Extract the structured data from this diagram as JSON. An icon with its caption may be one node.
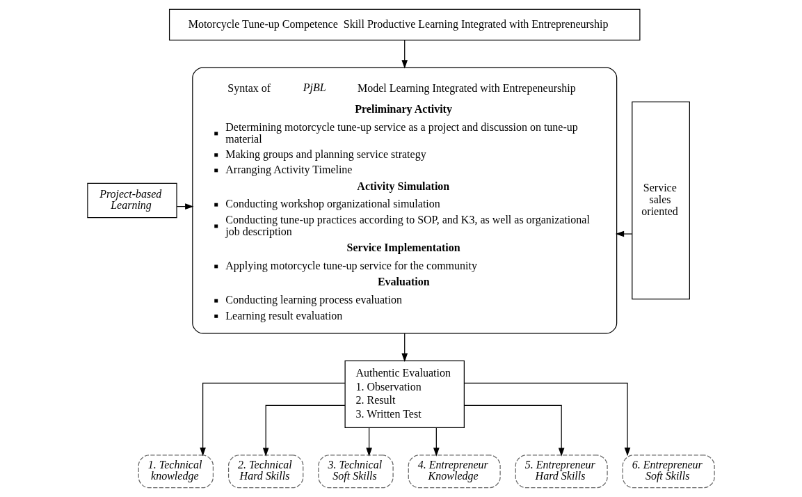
{
  "diagram": {
    "nodes": [
      {
        "text": [
          "Motorcycle Tune-up Competence  Skill Productive Learning Integrated with Entrepreneurship"
        ]
      },
      {
        "text": [
          "Syntax of *PjBL* Model Learning Integrated with Entrepeneurship",
          "Preliminary Activity",
          "Determining motorcycle tune-up service as a project and discussion on tune-up material",
          "Making groups and planning service strategy",
          "Arranging Activity Timeline",
          "Activity Simulation",
          "Conducting workshop organizational simulation",
          "Conducting tune-up practices according to SOP, and K3, as well as organizational job description",
          "Service Implementation",
          "Applying motorcycle tune-up service for the community",
          "Evaluation",
          "Conducting learning process evaluation",
          "Learning result evaluation"
        ]
      },
      {
        "text": [
          "Project-based Learning"
        ]
      },
      {
        "text": [
          "Service sales oriented"
        ]
      },
      {
        "text": [
          "Authentic Evaluation",
          "1. Observation",
          "2. Result",
          "3. Written Test"
        ]
      },
      {
        "text": [
          "1. Technical knowledge"
        ]
      },
      {
        "text": [
          "2. Technical Hard Skills"
        ]
      },
      {
        "text": [
          "3. Technical Soft Skills"
        ]
      },
      {
        "text": [
          "4. Entrepreneur Knowledge"
        ]
      },
      {
        "text": [
          "5. Entrepreneur Hard Skills"
        ]
      },
      {
        "text": [
          "6. Entrepreneur Soft Skills"
        ]
      }
    ],
    "edges": [
      {
        "from": 0,
        "to": 1,
        "arrow": "to"
      },
      {
        "from": 2,
        "to": 1,
        "arrow": "to"
      },
      {
        "from": 3,
        "to": 1,
        "arrow": "to"
      },
      {
        "from": 1,
        "to": 4,
        "arrow": "to"
      },
      {
        "from": 4,
        "to": 5,
        "arrow": "to"
      },
      {
        "from": 4,
        "to": 6,
        "arrow": "to"
      },
      {
        "from": 4,
        "to": 7,
        "arrow": "to"
      },
      {
        "from": 4,
        "to": 8,
        "arrow": "to"
      },
      {
        "from": 4,
        "to": 9,
        "arrow": "to"
      },
      {
        "from": 4,
        "to": 10,
        "arrow": "to"
      }
    ]
  }
}
